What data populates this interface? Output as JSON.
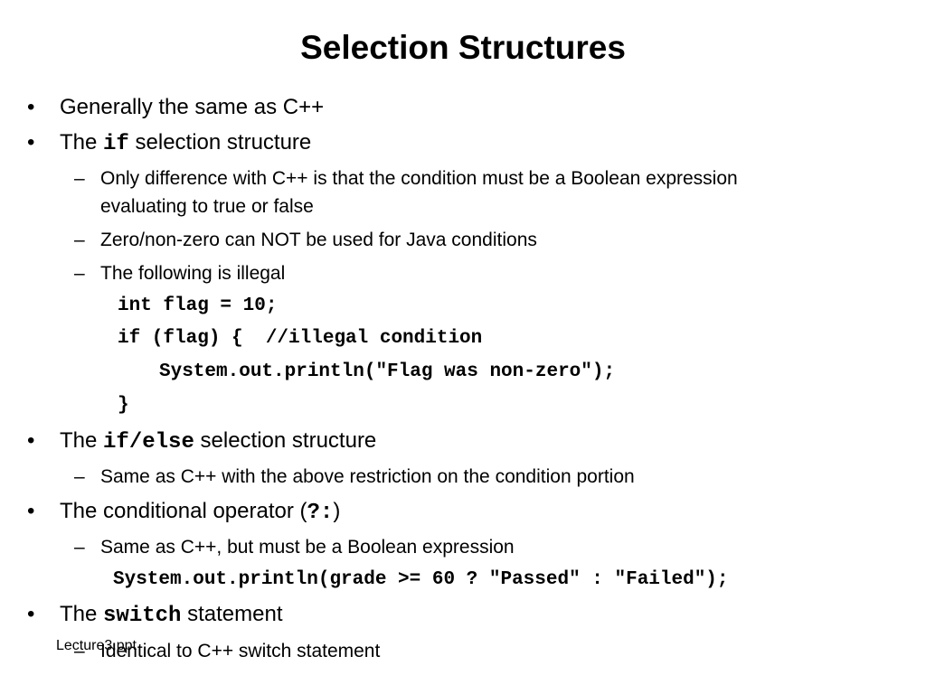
{
  "title": "Selection Structures",
  "bullet_char": "•",
  "dash_char": "–",
  "b1": {
    "text": "Generally the same as C++"
  },
  "b2": {
    "pre": "The ",
    "code": "if",
    "post": " selection structure"
  },
  "b2_s1": {
    "line1": "Only difference with C++ is that the condition must be a Boolean expression",
    "line2": "evaluating to true or false"
  },
  "b2_s2": {
    "text": "Zero/non-zero can NOT be used for Java conditions"
  },
  "b2_s3": {
    "text": "The following is illegal"
  },
  "code_block": {
    "line1": "int flag = 10;",
    "line2": "if (flag) {  //illegal condition",
    "line3": "System.out.println(\"Flag was non-zero\");",
    "line4": "}"
  },
  "b3": {
    "pre": "The ",
    "code": "if/else",
    "post": " selection structure"
  },
  "b3_s1": {
    "text": "Same as C++ with the above restriction on the condition portion"
  },
  "b4": {
    "pre": "The conditional operator (",
    "code": "?:",
    "post": ")"
  },
  "b4_s1": {
    "text": "Same as C++, but must be a Boolean expression"
  },
  "b4_code": "System.out.println(grade >= 60 ? \"Passed\" : \"Failed\");",
  "b5": {
    "pre": "The ",
    "code": "switch",
    "post": " statement"
  },
  "b5_s1": {
    "text": "Identical to C++ switch statement"
  },
  "footer": "Lecture3.ppt"
}
